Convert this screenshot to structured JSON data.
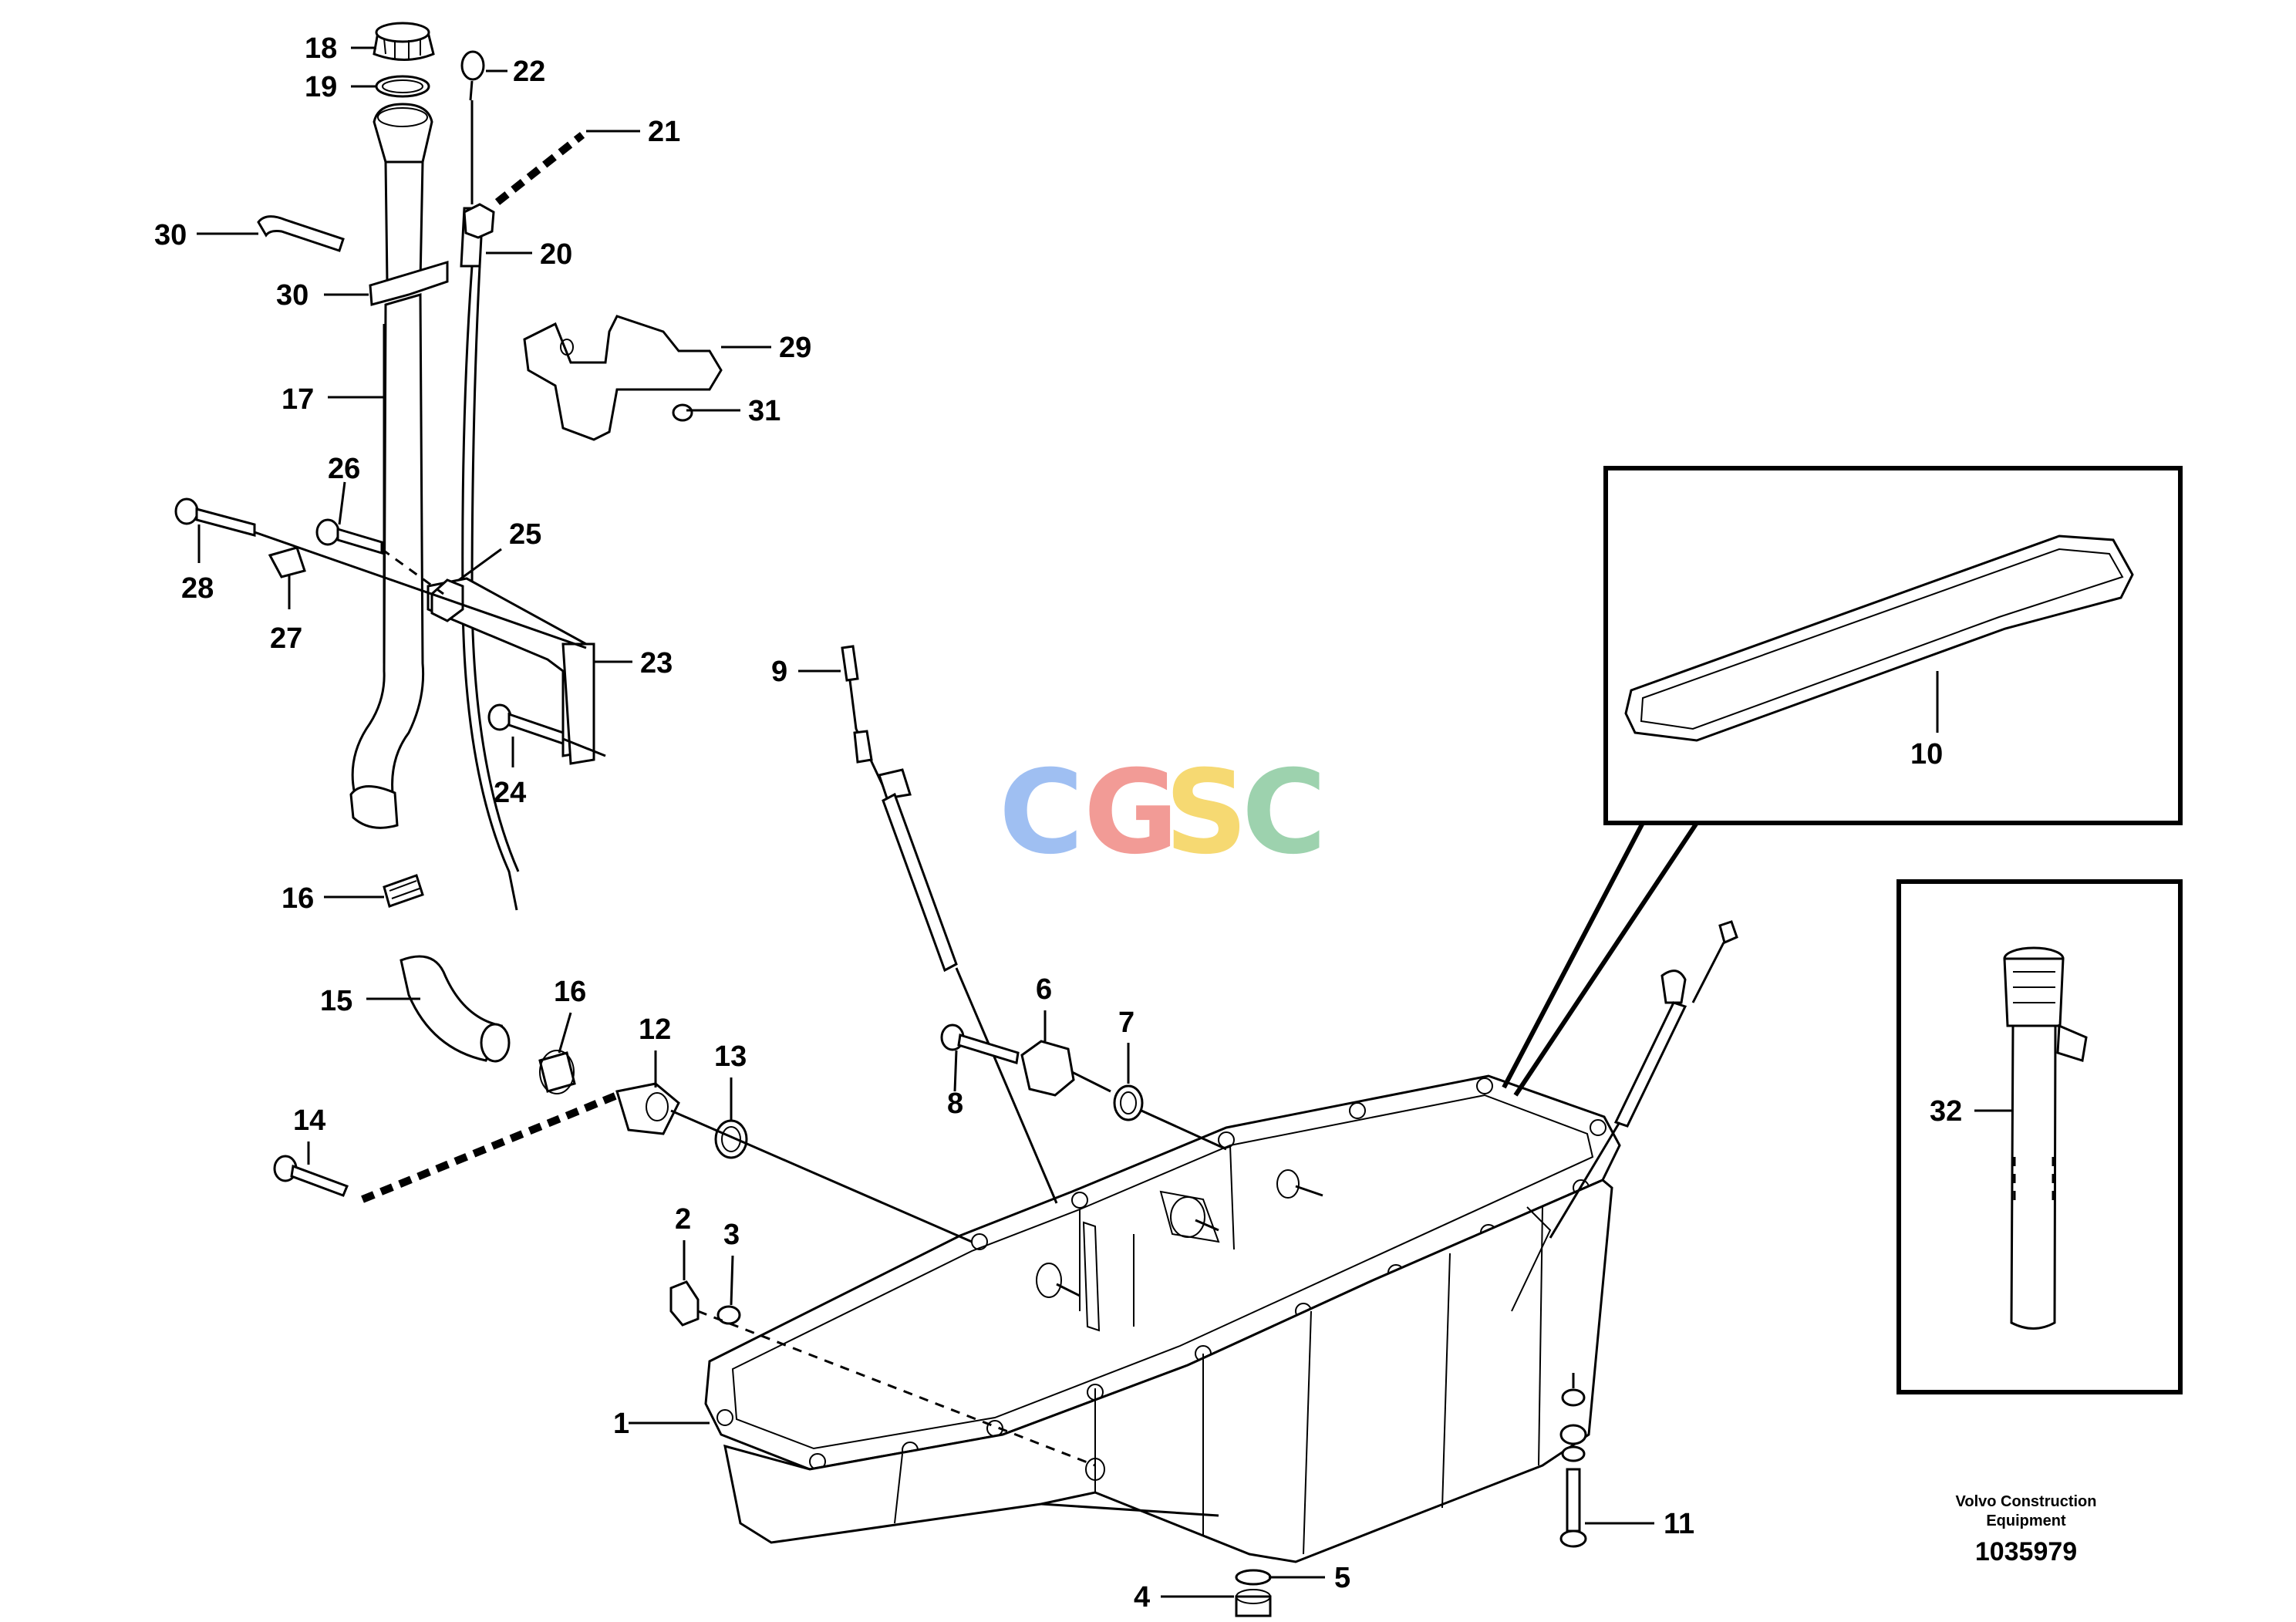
{
  "callouts": [
    {
      "id": "18",
      "label": "18"
    },
    {
      "id": "19",
      "label": "19"
    },
    {
      "id": "22",
      "label": "22"
    },
    {
      "id": "21",
      "label": "21"
    },
    {
      "id": "30a",
      "label": "30"
    },
    {
      "id": "20",
      "label": "20"
    },
    {
      "id": "30b",
      "label": "30"
    },
    {
      "id": "29",
      "label": "29"
    },
    {
      "id": "17",
      "label": "17"
    },
    {
      "id": "31",
      "label": "31"
    },
    {
      "id": "26",
      "label": "26"
    },
    {
      "id": "25",
      "label": "25"
    },
    {
      "id": "28",
      "label": "28"
    },
    {
      "id": "27",
      "label": "27"
    },
    {
      "id": "23",
      "label": "23"
    },
    {
      "id": "9",
      "label": "9"
    },
    {
      "id": "24",
      "label": "24"
    },
    {
      "id": "10",
      "label": "10"
    },
    {
      "id": "16a",
      "label": "16"
    },
    {
      "id": "15",
      "label": "15"
    },
    {
      "id": "16b",
      "label": "16"
    },
    {
      "id": "12",
      "label": "12"
    },
    {
      "id": "6",
      "label": "6"
    },
    {
      "id": "7",
      "label": "7"
    },
    {
      "id": "13",
      "label": "13"
    },
    {
      "id": "8",
      "label": "8"
    },
    {
      "id": "14",
      "label": "14"
    },
    {
      "id": "32",
      "label": "32"
    },
    {
      "id": "2",
      "label": "2"
    },
    {
      "id": "3",
      "label": "3"
    },
    {
      "id": "1",
      "label": "1"
    },
    {
      "id": "11",
      "label": "11"
    },
    {
      "id": "5",
      "label": "5"
    },
    {
      "id": "4",
      "label": "4"
    }
  ],
  "watermark": {
    "letters": [
      "C",
      "G",
      "S",
      "C"
    ],
    "colors": [
      "#8fb4f0",
      "#f08a84",
      "#f5d35a",
      "#8ccba0"
    ]
  },
  "footer": {
    "company_line1": "Volvo Construction",
    "company_line2": "Equipment",
    "drawing_number": "1035979"
  }
}
